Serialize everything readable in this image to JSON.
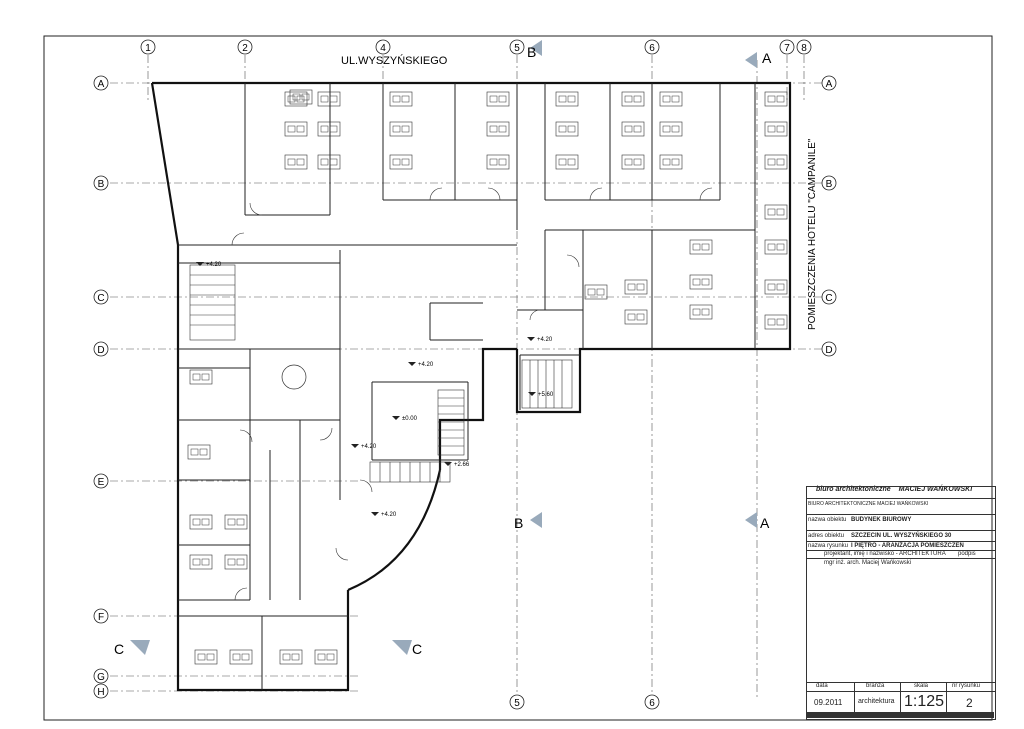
{
  "street_label": "UL.WYSZYŃSKIEGO",
  "hotel_label": "POMIESZCZENIA HOTELU \"CAMPANILE\"",
  "axes": {
    "columns": [
      "1",
      "2",
      "4",
      "5",
      "6",
      "7",
      "8"
    ],
    "rows": [
      "A",
      "B",
      "C",
      "D",
      "E",
      "F",
      "G",
      "H"
    ]
  },
  "section_marks": {
    "a": "A",
    "b": "B",
    "c": "C"
  },
  "levels": [
    "+4.20",
    "+4.20",
    "+4.20",
    "±0.00",
    "+4.20",
    "+2.66",
    "+4.20",
    "+5.60"
  ],
  "title_block": {
    "company_header": "biuro architektoniczne",
    "company_header_2": "MACIEJ WAŃKOWSKI",
    "company_details": "BIURO ARCHITEKTONICZNE MACIEJ WAŃKOWSKI",
    "object_label": "nazwa obiektu",
    "object_value": "BUDYNEK BIUROWY",
    "address_label": "adres obiektu",
    "address_value": "SZCZECIN UL. WYSZYŃSKIEGO 30",
    "drawing_label": "nazwa rysunku",
    "drawing_value": "I PIĘTRO - ARANŻACJA POMIESZCZEŃ",
    "designer_label": "projektant, imię i nazwisko - ARCHITEKTURA",
    "signature_label": "podpis",
    "architect": "mgr inż. arch. Maciej Wańkowski",
    "date_label": "data",
    "date_value": "09.2011",
    "branch_label": "branża",
    "branch_value": "architektura",
    "scale_label": "skala",
    "scale_value": "1:125",
    "sheet_label": "nr rysunku",
    "sheet_value": "2"
  }
}
